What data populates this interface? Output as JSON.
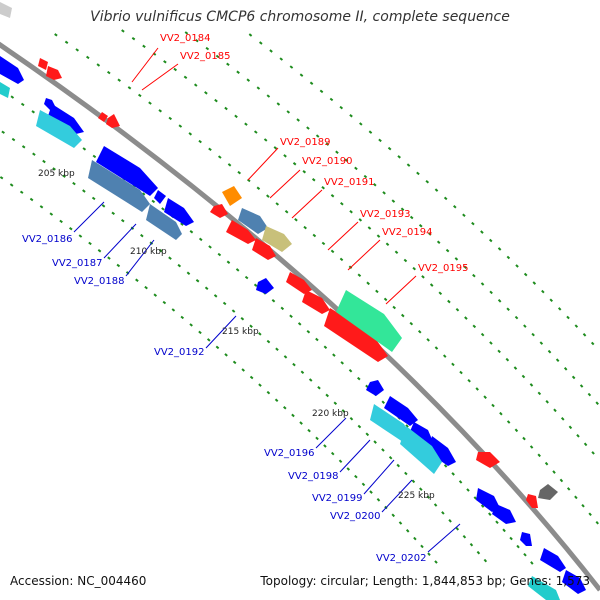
{
  "title": "Vibrio vulnificus CMCP6 chromosome II, complete sequence",
  "footer": {
    "accession": "Accession: NC_004460",
    "topology": "Topology: circular; Length: 1,844,853 bp; Genes: 1,573"
  },
  "colors": {
    "backbone": "#8c8c8c",
    "tick": "#1e8c1e",
    "label_red": "#ff0000",
    "label_blue": "#0000cc",
    "red": "#ff1a1a",
    "blue": "#0000ff",
    "steel": "#4f81b0",
    "cyan": "#33ccdd",
    "aqua": "#22cccc",
    "green": "#33e699",
    "khaki": "#c8c07a",
    "orange": "#ff8c00",
    "gray": "#666666",
    "silver": "#cccccc"
  },
  "scale_labels": [
    "205 kbp",
    "210 kbp",
    "215 kbp",
    "220 kbp",
    "225 kbp"
  ],
  "gene_labels": {
    "red": [
      "VV2_0184",
      "VV2_0185",
      "VV2_0189",
      "VV2_0190",
      "VV2_0191",
      "VV2_0193",
      "VV2_0194",
      "VV2_0195"
    ],
    "blue": [
      "VV2_0186",
      "VV2_0187",
      "VV2_0188",
      "VV2_0192",
      "VV2_0196",
      "VV2_0198",
      "VV2_0199",
      "VV2_0200",
      "VV2_0202"
    ]
  }
}
